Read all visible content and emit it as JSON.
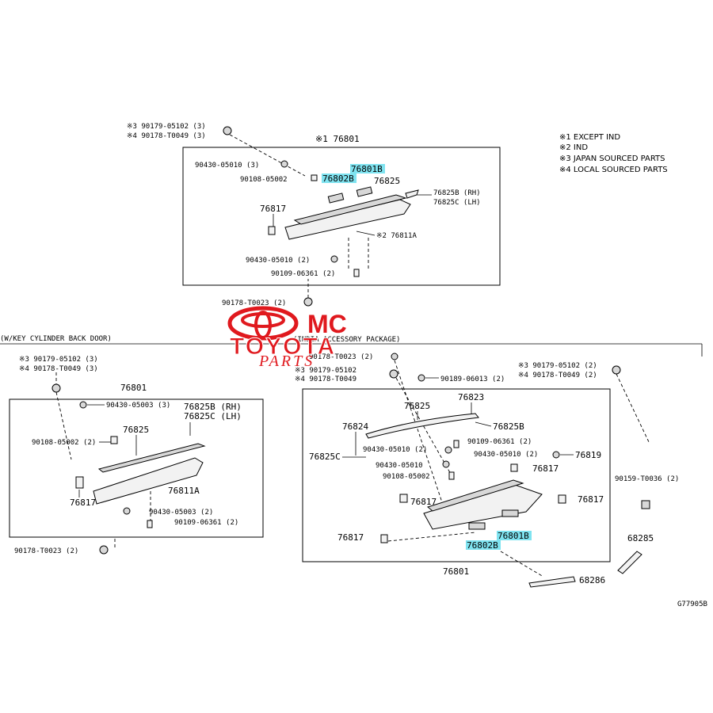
{
  "top": {
    "title": "※1 76801",
    "p1": "※3 90179-05102 (3)",
    "p2": "※4 90178-T0049 (3)",
    "p3": "90430-05010 (3)",
    "p4": "90108-05002",
    "p5": "76802B",
    "p6": "76801B",
    "p7": "76825",
    "p8": "76825B (RH)",
    "p9": "76825C (LH)",
    "p10": "76817",
    "p11": "※2 76811A",
    "p12": "90430-05010 (2)",
    "p13": "90109-06361 (2)",
    "p14": "90178-T0023 (2)"
  },
  "notes": [
    "※1 EXCEPT IND",
    "※2 IND",
    "※3 JAPAN SOURCED PARTS",
    "※4 LOCAL SOURCED PARTS"
  ],
  "left_section": {
    "heading": "(W/KEY CYLINDER    BACK DOOR)",
    "p1": "※3 90179-05102 (3)",
    "p2": "※4 90178-T0049 (3)",
    "p3": "76801",
    "p4": "90430-05003 (3)",
    "p5": "76825B (RH)",
    "p6": "76825C (LH)",
    "p7": "76825",
    "p8": "90108-05002 (2)",
    "p9": "76817",
    "p10": "76811A",
    "p11": "90430-05003 (2)",
    "p12": "90109-06361 (2)",
    "p13": "90178-T0023 (2)"
  },
  "right_section": {
    "heading": "(INDIA ACCESSORY PACKAGE)",
    "p1": "90178-T0023 (2)",
    "p2": "※3 90179-05102",
    "p3": "※4 90178-T0049",
    "p4": "90189-06013 (2)",
    "p5": "※3 90179-05102 (2)",
    "p6": "※4 90178-T0049 (2)",
    "p7": "76823",
    "p8": "76825",
    "p9": "76825B",
    "p10": "76824",
    "p11": "90109-06361 (2)",
    "p12": "90430-05010 (2)",
    "p13": "90430-05010 (2)",
    "p14": "76819",
    "p15": "76825C",
    "p16": "90430-05010",
    "p17": "76817",
    "p18": "90108-05002",
    "p19": "90159-T0036 (2)",
    "p20": "76817",
    "p21": "76817",
    "p22": "76817",
    "p23": "76801B",
    "p24": "76802B",
    "p25": "68285",
    "p26": "76801",
    "p27": "68286"
  },
  "diagram_code": "G77905B",
  "watermark": {
    "line1": "MC",
    "line2": "TOYOTA",
    "line3": "PARTS"
  },
  "colors": {
    "highlight": "#7fe3f0",
    "watermark": "#e0191e"
  }
}
